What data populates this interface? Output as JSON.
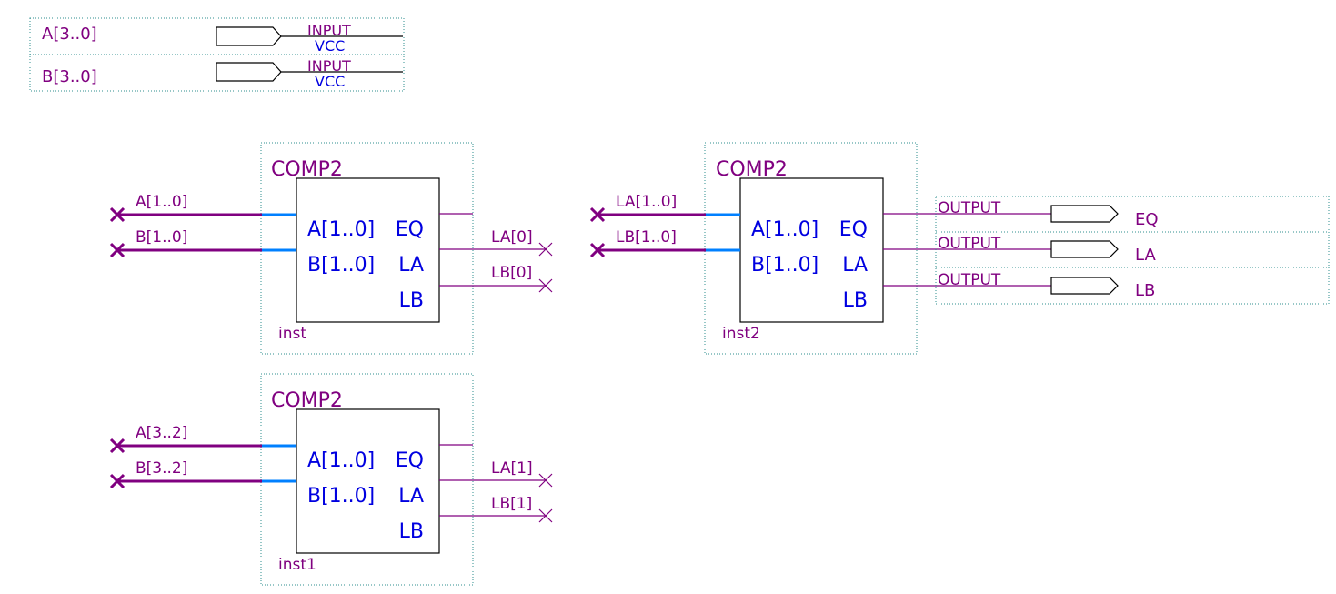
{
  "input_pins": [
    {
      "name": "A[3..0]",
      "type": "INPUT",
      "default": "VCC"
    },
    {
      "name": "B[3..0]",
      "type": "INPUT",
      "default": "VCC"
    }
  ],
  "blocks": [
    {
      "id": "inst",
      "component": "COMP2",
      "instance": "inst",
      "ports_in": [
        "A[1..0]",
        "B[1..0]"
      ],
      "ports_out": [
        "EQ",
        "LA",
        "LB"
      ],
      "in_wires": [
        "A[1..0]",
        "B[1..0]"
      ],
      "out_wires": [
        "LA[0]",
        "LB[0]"
      ]
    },
    {
      "id": "inst1",
      "component": "COMP2",
      "instance": "inst1",
      "ports_in": [
        "A[1..0]",
        "B[1..0]"
      ],
      "ports_out": [
        "EQ",
        "LA",
        "LB"
      ],
      "in_wires": [
        "A[3..2]",
        "B[3..2]"
      ],
      "out_wires": [
        "LA[1]",
        "LB[1]"
      ]
    },
    {
      "id": "inst2",
      "component": "COMP2",
      "instance": "inst2",
      "ports_in": [
        "A[1..0]",
        "B[1..0]"
      ],
      "ports_out": [
        "EQ",
        "LA",
        "LB"
      ],
      "in_wires": [
        "LA[1..0]",
        "LB[1..0]"
      ],
      "out_wires": []
    }
  ],
  "output_pins": [
    {
      "type": "OUTPUT",
      "name": "EQ"
    },
    {
      "type": "OUTPUT",
      "name": "LA"
    },
    {
      "type": "OUTPUT",
      "name": "LB"
    }
  ],
  "colors": {
    "wire": "#800080",
    "port_text": "#0000e0",
    "bus_stub": "#0080ff",
    "frame": "#2f8f8f"
  }
}
